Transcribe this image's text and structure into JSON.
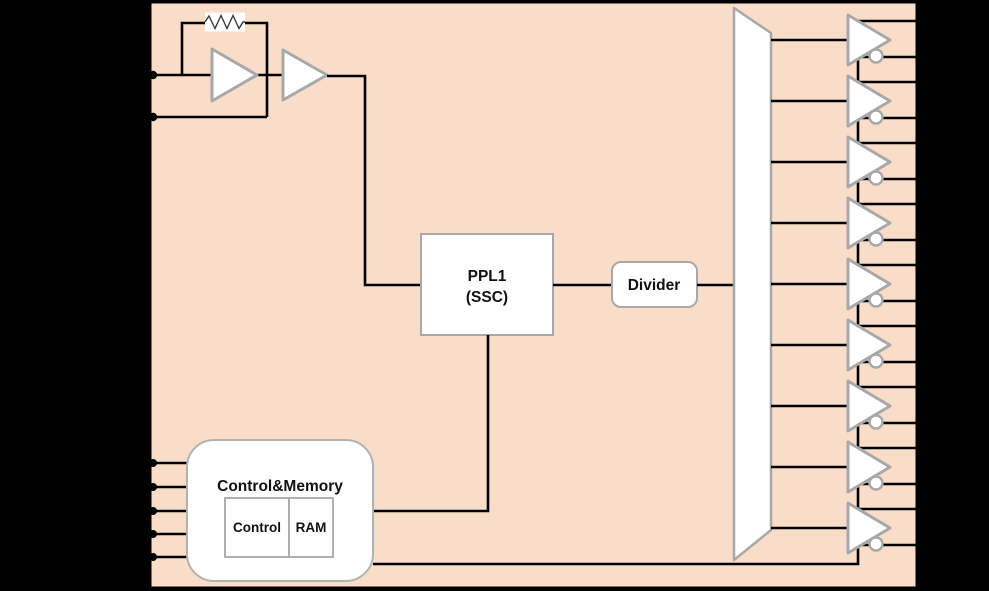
{
  "diagram": {
    "title": "clock-generator-block-diagram",
    "blocks": {
      "pll": {
        "label": "PPL1",
        "sublabel": "(SSC)"
      },
      "divider": {
        "label": "Divider"
      },
      "control_memory": {
        "title": "Control&Memory",
        "sections": {
          "control": "Control",
          "ram": "RAM"
        }
      }
    },
    "symbols": {
      "crystal_feedback_resistor": 1,
      "input_amplifiers": 2,
      "fanout_trapezoid": 1,
      "output_buffers": 9,
      "outputs_per_buffer": 2,
      "left_config_pin_stubs": 5,
      "crystal_pins": 2
    },
    "colors": {
      "background": "#000000",
      "chip_fill": "#f9ddc8",
      "wire": "#000000",
      "block_fill": "#ffffff",
      "block_stroke": "#a8a8a8"
    }
  }
}
